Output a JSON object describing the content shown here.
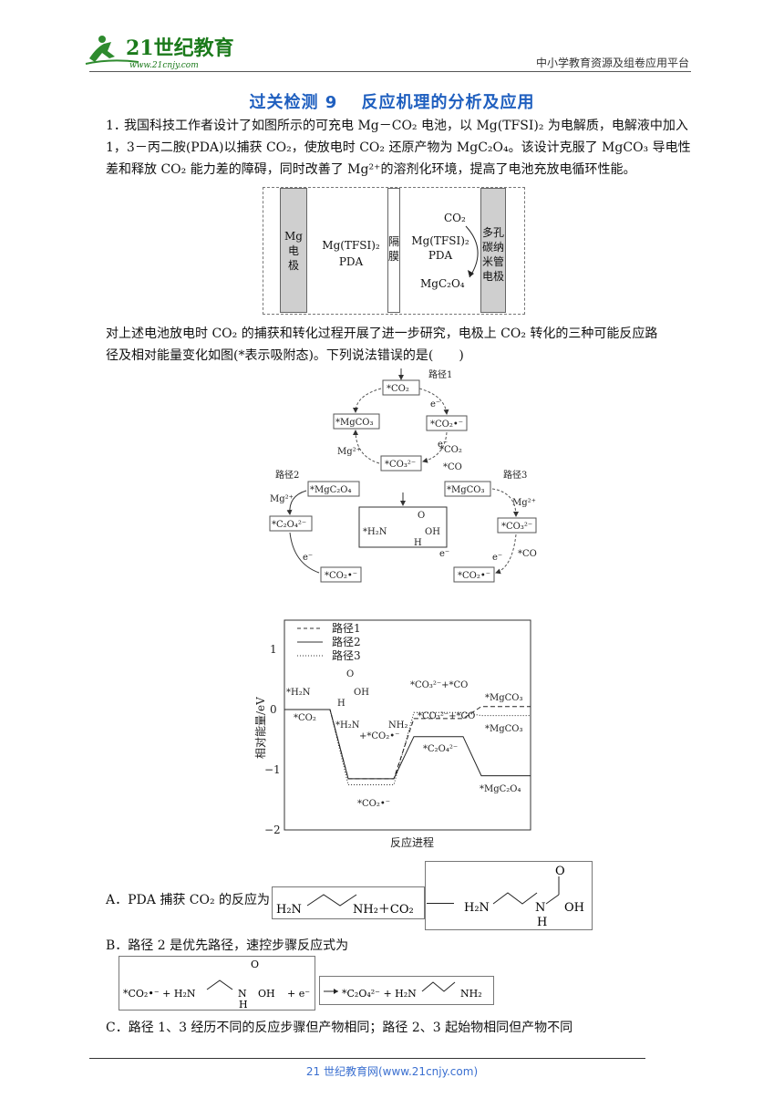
{
  "header": {
    "logo_text": "21世纪教育",
    "logo_url": "www.21cnjy.com",
    "right_text": "中小学教育资源及组卷应用平台"
  },
  "title": "过关检测 9　 反应机理的分析及应用",
  "question": {
    "number": "1．",
    "line1": "我国科技工作者设计了如图所示的可充电 Mg－CO₂ 电池，以 Mg(TFSI)₂ 为电解质，电解液中加入",
    "line2": "1，3－丙二胺(PDA)以捕获 CO₂，使放电时 CO₂ 还原产物为 MgC₂O₄。该设计克服了 MgCO₃ 导电性",
    "line3": "差和释放 CO₂ 能力差的障碍，同时改善了 Mg²⁺的溶剂化环境，提高了电池充放电循环性能。",
    "line4": "对上述电池放电时 CO₂ 的捕获和转化过程开展了进一步研究，电极上 CO₂ 转化的三种可能反应路",
    "line5": "径及相对能量变化如图(*表示吸附态)。下列说法错误的是(　　)"
  },
  "battery": {
    "mg_electrode": "Mg\n电\n极",
    "electrolyte_left": "Mg(TFSI)₂\nPDA",
    "membrane": "隔\n膜",
    "electrolyte_right": "Mg(TFSI)₂\nPDA",
    "co2": "CO₂",
    "mgc2o4": "MgC₂O₄",
    "carbon_electrode": "多孔\n碳纳\n米管\n电极"
  },
  "mechanism": {
    "path1": "路径1",
    "path2": "路径2",
    "path3": "路径3",
    "co2_ads": "*CO₂",
    "mgco3_ads": "*MgCO₃",
    "co2_rad": "*CO₂•⁻",
    "co3_rad": "*CO₃²⁻",
    "co_ads": "*CO",
    "co2_ads_small": "*CO₂",
    "mgc2o4_ads": "*MgC₂O₄",
    "c2o4_ads": "*C₂O₄²⁻",
    "mg2": "Mg²⁺",
    "e": "e⁻",
    "center": "*H₂N",
    "center_oh": "OH",
    "center_h": "H",
    "center_o": "O"
  },
  "energy_chart": {
    "legend": [
      "路径1",
      "路径2",
      "路径3"
    ],
    "ylabel": "相对能量/eV",
    "xlabel": "反应进程",
    "yticks": [
      "1",
      "0",
      "−1",
      "−2"
    ],
    "labels": {
      "start_top": "*H₂N",
      "start_oh": "OH",
      "start_h": "H",
      "start_o": "O",
      "start_co2": "*CO₂",
      "mid_top": "*H₂N",
      "mid_nh2": "NH₂",
      "mid_plus": "+*CO₂•⁻",
      "low": "*CO₂•⁻",
      "p1_high": "*CO₃²⁻+*CO",
      "p3_high": "*CO₃²⁻+*CO",
      "c2o4": "*C₂O₄²⁻",
      "mgco3_1": "*MgCO₃",
      "mgco3_3": "*MgCO₃",
      "mgc2o4": "*MgC₂O₄"
    }
  },
  "chart_data": {
    "type": "line",
    "ylabel": "相对能量/eV",
    "xlabel": "反应进程",
    "ylim": [
      -2,
      1.5
    ],
    "legend_position": "top-left",
    "series": [
      {
        "name": "路径1",
        "style": "dashed",
        "points": [
          0,
          -1.15,
          -1.15,
          -0.15,
          -0.15,
          0.05,
          0.05
        ]
      },
      {
        "name": "路径2",
        "style": "solid",
        "points": [
          0,
          -1.15,
          -1.15,
          -0.45,
          -0.45,
          -1.1,
          -1.1
        ]
      },
      {
        "name": "路径3",
        "style": "dotted",
        "points": [
          0,
          -1.25,
          -1.25,
          -0.05,
          -0.05,
          -0.1,
          -0.1
        ]
      }
    ]
  },
  "options": {
    "A_prefix": "A．PDA 捕获 CO₂ 的反应为",
    "A_lhs": "H₂N",
    "A_lhs2": "NH₂＋CO₂",
    "A_rhs": "H₂N",
    "A_rhs_n": "N",
    "A_rhs_h": "H",
    "A_rhs_oh": "OH",
    "A_rhs_o": "O",
    "B_text": "B．路径 2 是优先路径，速控步骤反应式为",
    "B_lhs": "*CO₂•⁻ + H₂N",
    "B_lhs_n": "N",
    "B_lhs_h": "H",
    "B_lhs_oh": "OH",
    "B_lhs_o": "O",
    "B_lhs_e": "+ e⁻",
    "B_rhs": "*C₂O₄²⁻ + H₂N",
    "B_rhs_nh2": "NH₂",
    "C_text": "C．路径 1、3 经历不同的反应步骤但产物相同；路径 2、3 起始物相同但产物不同"
  },
  "footer": "21 世纪教育网(www.21cnjy.com)"
}
